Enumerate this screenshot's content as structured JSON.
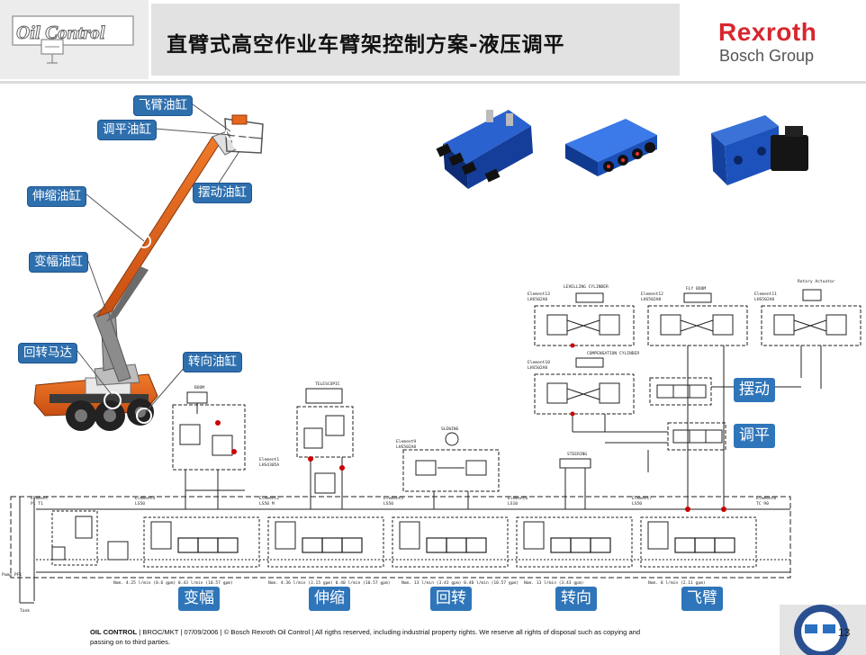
{
  "header": {
    "logo_text": "Oil Control",
    "title": "直臂式高空作业车臂架控制方案-液压调平",
    "brand": "Rexroth",
    "brand_sub": "Bosch Group"
  },
  "colors": {
    "callout_bg": "#2e6fae",
    "brand_red": "#d8262e",
    "boom_orange": "#e8661e",
    "valve_blue": "#1f55c8"
  },
  "callouts": [
    {
      "id": "fly-arm-cylinder",
      "label": "飞臂油缸"
    },
    {
      "id": "leveling-cylinder",
      "label": "调平油缸"
    },
    {
      "id": "swing-cylinder",
      "label": "摆动油缸"
    },
    {
      "id": "telescopic-cylinder",
      "label": "伸缩油缸"
    },
    {
      "id": "luffing-cylinder",
      "label": "变幅油缸"
    },
    {
      "id": "slewing-motor",
      "label": "回转马达"
    },
    {
      "id": "steering-cylinder",
      "label": "转向油缸"
    }
  ],
  "section_labels": {
    "luffing": "变幅",
    "telescopic": "伸缩",
    "slewing": "回转",
    "steering": "转向",
    "fly_arm": "飞臂",
    "swing": "摆动",
    "leveling": "调平"
  },
  "schematic_text": {
    "leveling_cyl": "LEVELLING CYLINDER",
    "compensation_cyl": "COMPENSATION CYLINDER",
    "jib_boom": "FLY BOOM",
    "rotary_actuator": "Rotary Actuator",
    "boom": "BOOM",
    "telescopic": "TELESCOPIC",
    "slewing": "SLEWING",
    "steering": "STEERING",
    "elem_level_1": "Element13",
    "elem_level_1b": "LHS502A8",
    "elem_level_2": "Element12",
    "elem_level_2b": "LHS502A8",
    "elem_level_3": "Element11",
    "elem_level_3b": "LHS502A8",
    "elem_comp": "Element10",
    "elem_comp_b": "LHS502A8",
    "elem_boom": "Element1",
    "elem_boom_b": "LHS4305A",
    "elem_slew": "Element9",
    "elem_slew_b": "LHS502A8",
    "sec_inlet": "Element",
    "sec_inlet_b": "P1 T1",
    "sec1": "Element4",
    "sec1b": "LS50",
    "sec2": "Element2",
    "sec2b": "LS50 M",
    "sec3": "Element5",
    "sec3b": "LS50",
    "sec4": "Element6",
    "sec4b": "LS10",
    "sec5": "Element7",
    "sec5b": "LS50",
    "sec6": "Element8",
    "sec6b": "TC 90",
    "flow1": "Nom. 4.25 l/min (0.6 gpm)   0.43 l/min (10.57 gpm)",
    "flow2": "Nom. 4.36 l/min (3.15 gpm)   0.40 l/min (10.57 gpm)",
    "flow3": "Nom. 13 l/min (3.43 gpm)   0.40 l/min (10.57 gpm)",
    "flow4": "Nom. 13 l/min (3.43 gpm)",
    "flow5": "Nom. 8 l/min (2.11 gpm)",
    "pump": "Pump PF1",
    "tank": "Tank"
  },
  "footer": {
    "line1_bold": "OIL CONTROL",
    "line1": " |  BROC/MKT | 07/09/2006 | © Bosch Rexroth Oil Control | All rigths reserved, including industrial property rights. We reserve all rights of disposal such as copying and",
    "line2": "passing on to third parties.",
    "page": "13"
  }
}
